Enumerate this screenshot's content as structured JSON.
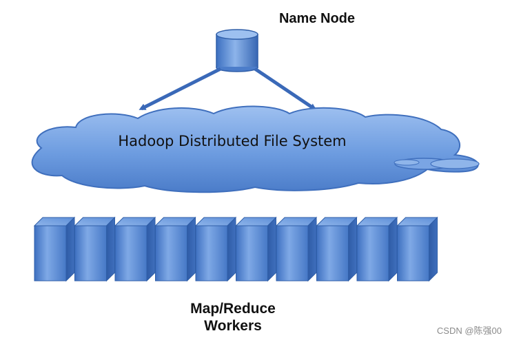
{
  "name_node": {
    "label": "Name Node"
  },
  "hdfs": {
    "label": "Hadoop Distributed File System"
  },
  "workers": {
    "label_line1": "Map/Reduce",
    "label_line2": "Workers",
    "count": 10
  },
  "watermark": {
    "text": "CSDN @陈强00"
  },
  "colors": {
    "accent": "#4a7cc9",
    "accent_light": "#8fb5ea",
    "accent_dark": "#2f5ea8",
    "text": "#111111",
    "watermark": "#8a8a8a"
  },
  "icons": {
    "name_node": "database-cylinder-icon",
    "hdfs": "cloud-shape",
    "worker": "server-block-icon"
  }
}
